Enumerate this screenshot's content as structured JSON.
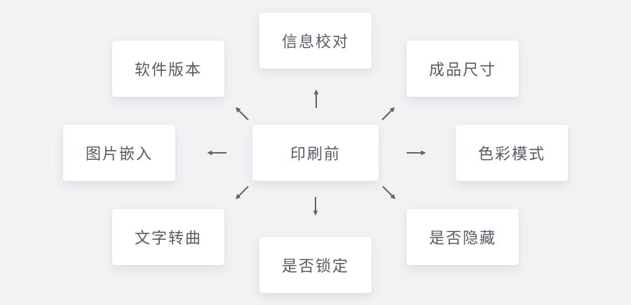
{
  "diagram": {
    "center_node": {
      "id": "pre-press",
      "label": "印刷前"
    },
    "nodes": [
      {
        "id": "software-version",
        "label": "软件版本",
        "position": "top-left"
      },
      {
        "id": "info-proofread",
        "label": "信息校对",
        "position": "top"
      },
      {
        "id": "finished-size",
        "label": "成品尺寸",
        "position": "top-right"
      },
      {
        "id": "image-embed",
        "label": "图片嵌入",
        "position": "left"
      },
      {
        "id": "color-mode",
        "label": "色彩模式",
        "position": "right"
      },
      {
        "id": "text-to-outline",
        "label": "文字转曲",
        "position": "bottom-left"
      },
      {
        "id": "lock-check",
        "label": "是否锁定",
        "position": "bottom"
      },
      {
        "id": "hidden-check",
        "label": "是否隐藏",
        "position": "bottom-right"
      }
    ],
    "edges": [
      {
        "from": "pre-press",
        "to": "software-version",
        "direction": "up-left"
      },
      {
        "from": "pre-press",
        "to": "info-proofread",
        "direction": "up"
      },
      {
        "from": "pre-press",
        "to": "finished-size",
        "direction": "up-right"
      },
      {
        "from": "pre-press",
        "to": "image-embed",
        "direction": "left"
      },
      {
        "from": "pre-press",
        "to": "color-mode",
        "direction": "right"
      },
      {
        "from": "pre-press",
        "to": "text-to-outline",
        "direction": "down-left"
      },
      {
        "from": "pre-press",
        "to": "lock-check",
        "direction": "down"
      },
      {
        "from": "pre-press",
        "to": "hidden-check",
        "direction": "down-right"
      }
    ]
  },
  "colors": {
    "background": "#f1f2f4",
    "node_background": "#ffffff",
    "text": "#565c66",
    "arrow": "#5f6368"
  }
}
